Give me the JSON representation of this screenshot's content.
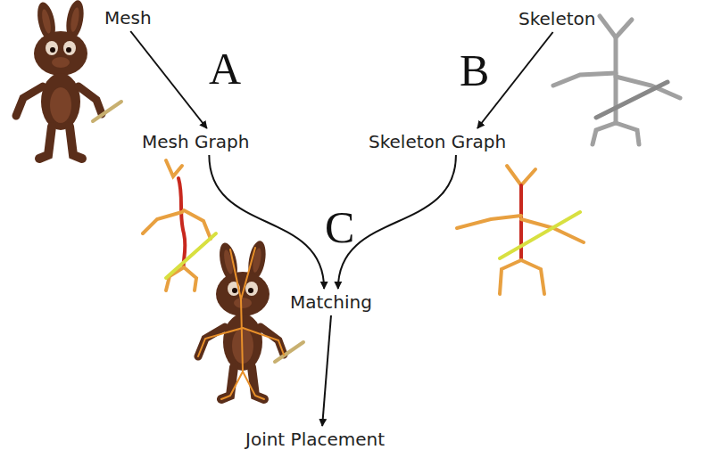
{
  "diagram": {
    "nodes": [
      {
        "text": [
          "Mesh"
        ]
      },
      {
        "text": [
          "Skeleton"
        ]
      },
      {
        "text": [
          "Mesh Graph"
        ]
      },
      {
        "text": [
          "Skeleton Graph"
        ]
      },
      {
        "text": [
          "Matching"
        ]
      },
      {
        "text": [
          "Joint Placement"
        ]
      }
    ],
    "edges": [
      {
        "from": 0,
        "to": 2,
        "arrow": "to"
      },
      {
        "from": 1,
        "to": 3,
        "arrow": "to"
      },
      {
        "from": 2,
        "to": 4,
        "arrow": "to"
      },
      {
        "from": 3,
        "to": 4,
        "arrow": "to"
      },
      {
        "from": 4,
        "to": 5,
        "arrow": "to"
      }
    ],
    "labels": [
      "A",
      "B",
      "C"
    ]
  }
}
